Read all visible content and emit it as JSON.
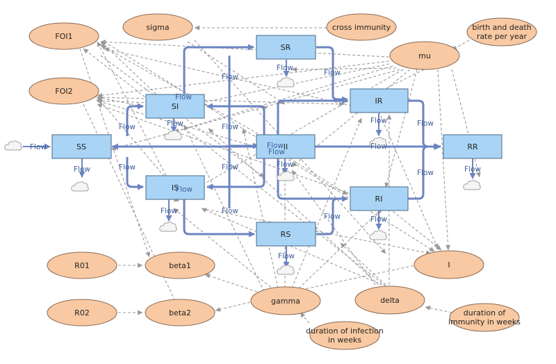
{
  "stocks": [
    {
      "id": "SS",
      "label": "SS"
    },
    {
      "id": "SI",
      "label": "SI"
    },
    {
      "id": "IS",
      "label": "IS"
    },
    {
      "id": "SR",
      "label": "SR"
    },
    {
      "id": "RS",
      "label": "RS"
    },
    {
      "id": "II",
      "label": "II"
    },
    {
      "id": "IR",
      "label": "IR"
    },
    {
      "id": "RI",
      "label": "RI"
    },
    {
      "id": "RR",
      "label": "RR"
    }
  ],
  "auxiliaries": [
    {
      "id": "FOI1",
      "label": "FOI1"
    },
    {
      "id": "FOI2",
      "label": "FOI2"
    },
    {
      "id": "sigma",
      "label": "sigma"
    },
    {
      "id": "cross_immunity",
      "label": "cross immunity"
    },
    {
      "id": "birth_death",
      "label": "birth and death rate per year"
    },
    {
      "id": "mu",
      "label": "mu"
    },
    {
      "id": "R01",
      "label": "R01"
    },
    {
      "id": "R02",
      "label": "R02"
    },
    {
      "id": "beta1",
      "label": "beta1"
    },
    {
      "id": "beta2",
      "label": "beta2"
    },
    {
      "id": "gamma",
      "label": "gamma"
    },
    {
      "id": "delta",
      "label": "delta"
    },
    {
      "id": "I",
      "label": "I"
    },
    {
      "id": "dur_imm",
      "label": "duration of immunity in weeks"
    },
    {
      "id": "dur_inf",
      "label": "duration of infection in weeks"
    }
  ],
  "flow_label": "Flow",
  "colors": {
    "stock_fill": "#a9d4f5",
    "stock_stroke": "#5f7c99",
    "aux_fill": "#f8c9a2",
    "flow": "#6b84c2",
    "link": "#9a9a9a"
  }
}
